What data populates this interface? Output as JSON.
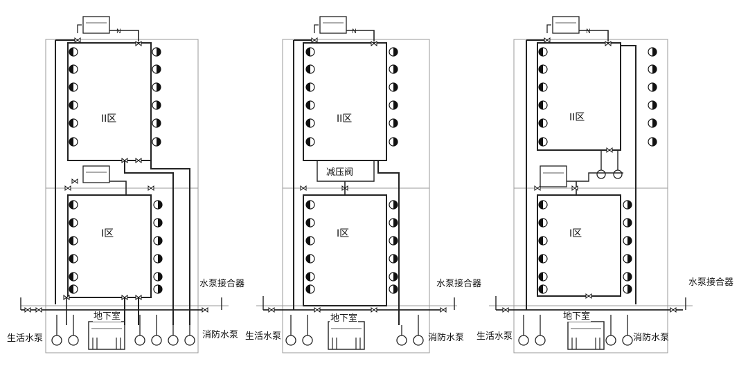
{
  "diagrams": [
    {
      "upper_zone": "II区",
      "lower_zone": "I区",
      "basement": "地下室",
      "domestic_pump": "生活水泵",
      "fire_pump": "消防水泵",
      "pump_adapter": "水泵接合器"
    },
    {
      "upper_zone": "II区",
      "lower_zone": "I区",
      "basement": "地下室",
      "domestic_pump": "生活水泵",
      "fire_pump": "消防水泵",
      "pump_adapter": "水泵接合器",
      "pressure_valve": "减压阀"
    },
    {
      "upper_zone": "II区",
      "lower_zone": "I区",
      "basement": "地下室",
      "domestic_pump": "生活水泵",
      "fire_pump": "消防水泵",
      "pump_adapter": "水泵接合器"
    }
  ],
  "colors": {
    "line": "#222222",
    "frame": "#888888",
    "background": "#ffffff"
  }
}
